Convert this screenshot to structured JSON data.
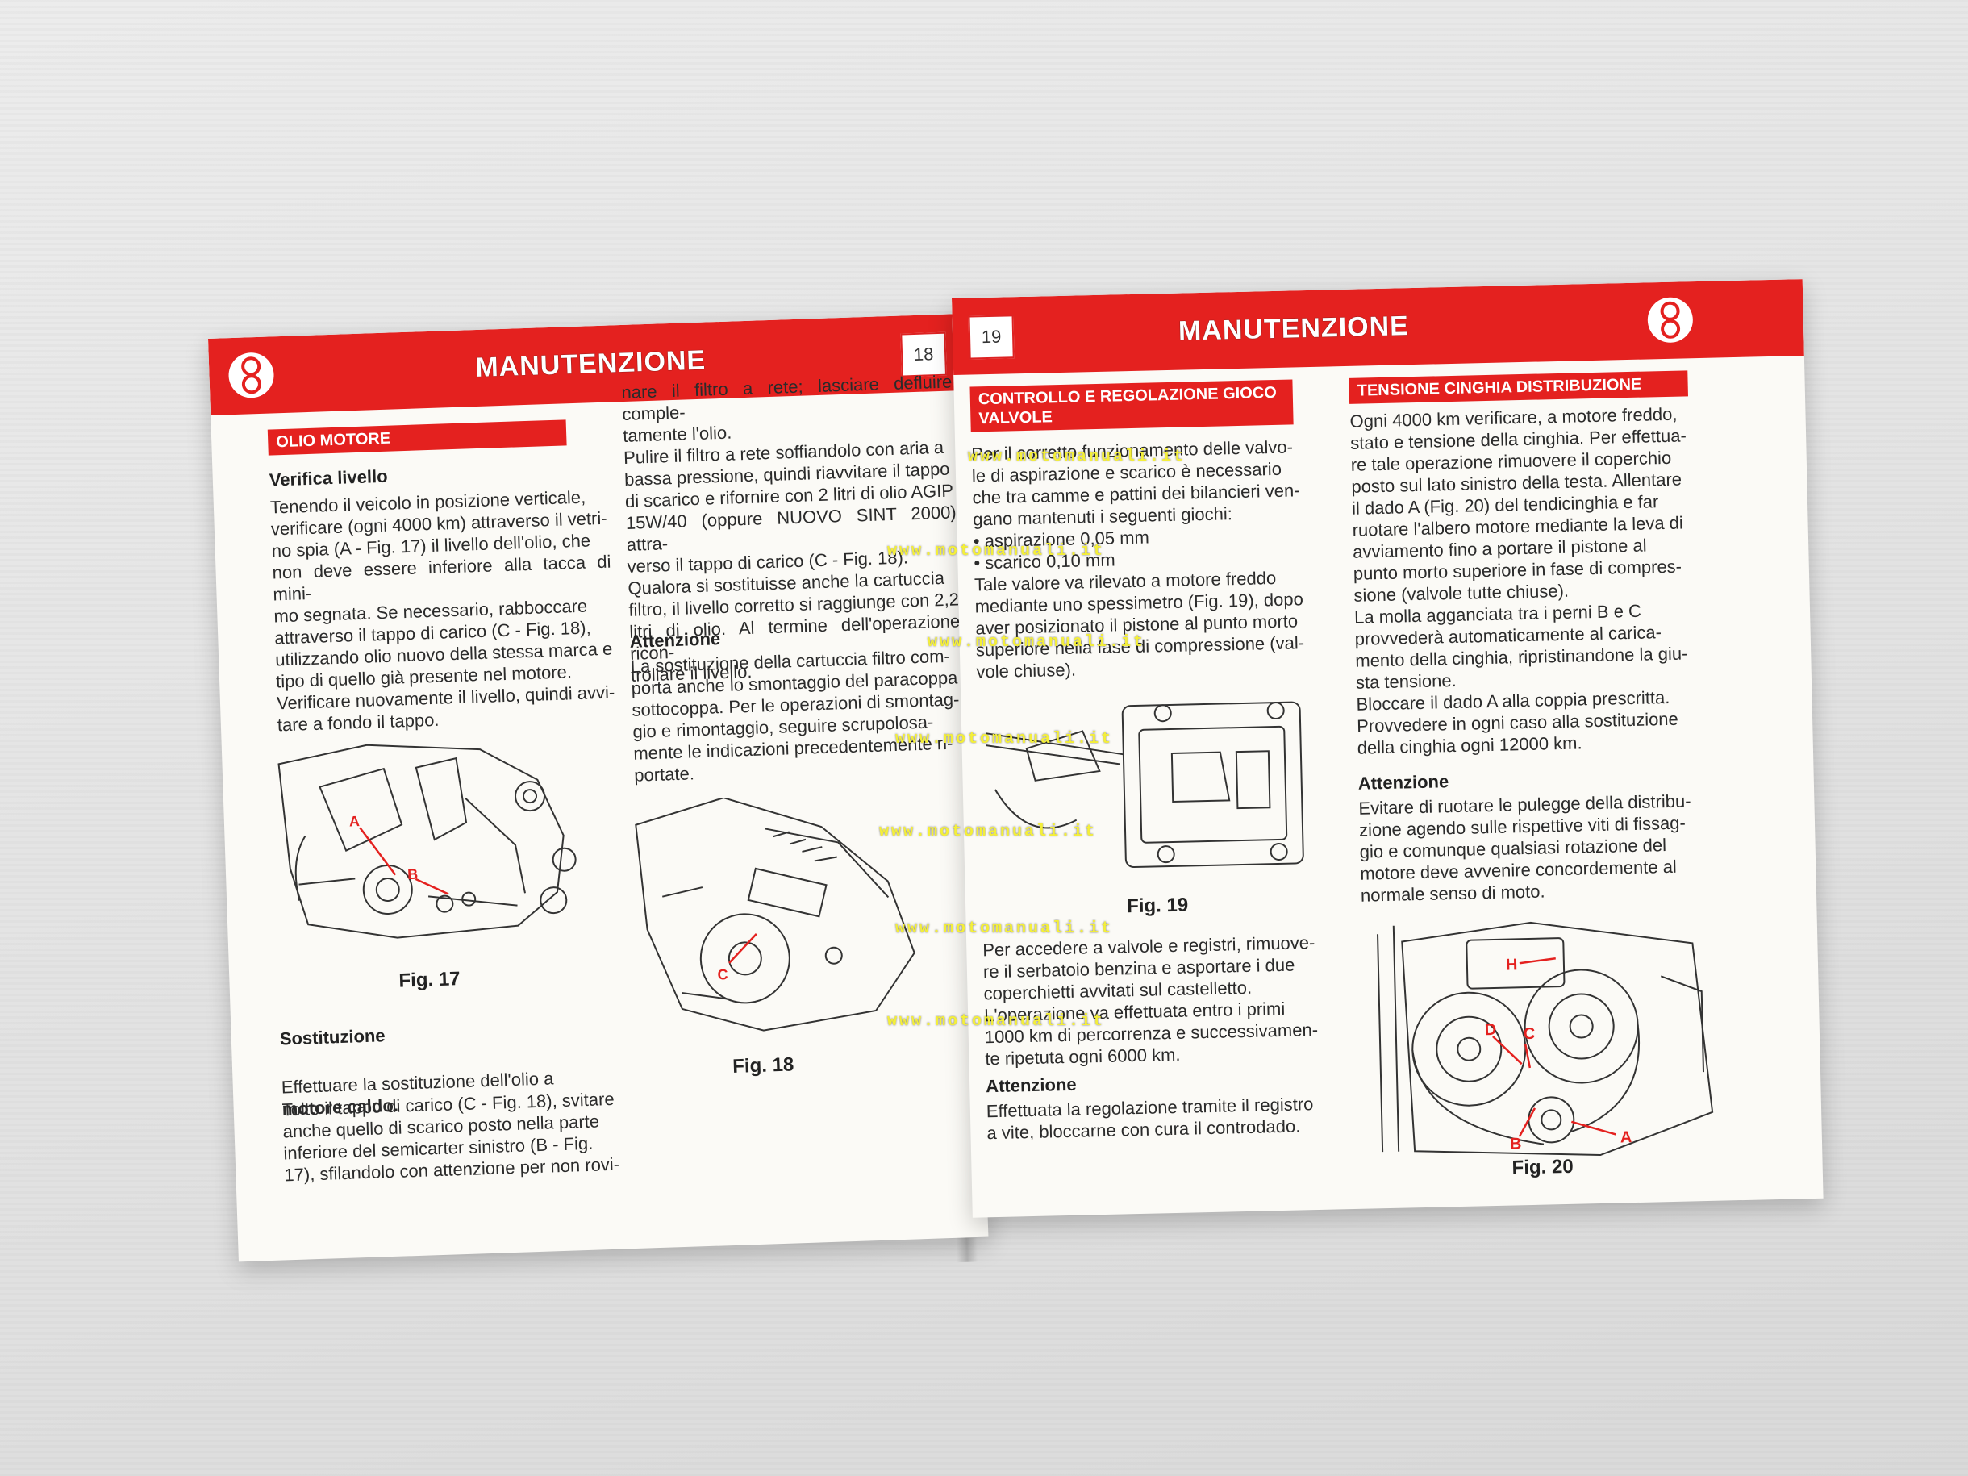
{
  "left": {
    "header": "MANUTENZIONE",
    "page_number": "18",
    "section_title": "OLIO MOTORE",
    "subtitle_verify": "Verifica livello",
    "text_verify": "Tenendo il veicolo in posizione verticale,\nverificare (ogni 4000 km) attraverso il vetri-\nno spia (A - Fig. 17) il livello dell'olio, che\nnon deve essere inferiore alla tacca di mini-\nmo segnata. Se necessario, rabboccare\nattraverso il tappo di carico (C - Fig. 18),\nutilizzando olio nuovo della stessa marca e\ntipo di quello già presente nel motore.\nVerificare nuovamente il livello, quindi avvi-\ntare a fondo il tappo.",
    "fig17_caption": "Fig. 17",
    "subtitle_replace": "Sostituzione",
    "text_replace_1": "Effettuare la sostituzione dell'olio a",
    "text_replace_bold": "motore caldo.",
    "text_replace_2": "Tolto il tappo di carico (C - Fig. 18), svitare\nanche quello di scarico posto nella parte\ninferiore del semicarter sinistro (B - Fig.\n17), sfilandolo con attenzione per non rovi-",
    "col2_text": "nare il filtro a rete; lasciare defluire comple-\ntamente l'olio.\nPulire il filtro a rete soffiandolo con aria a\nbassa pressione, quindi riavvitare il tappo\ndi scarico e rifornire con 2 litri di olio AGIP\n15W/40 (oppure NUOVO SINT 2000) attra-\nverso il tappo di carico (C - Fig. 18).\nQualora si sostituisse anche la cartuccia\nfiltro, il livello corretto si raggiunge con 2,2\nlitri di olio. Al termine dell'operazione ricon-\ntrollare il livello.",
    "attention_title": "Attenzione",
    "attention_text": "La sostituzione della cartuccia filtro com-\nporta anche lo smontaggio del paracoppa\nsottocoppa. Per le operazioni di smontag-\ngio e rimontaggio, seguire scrupolosa-\nmente le indicazioni precedentemente ri-\nportate.",
    "fig18_caption": "Fig. 18"
  },
  "right": {
    "header": "MANUTENZIONE",
    "page_number": "19",
    "section_valves": "CONTROLLO E REGOLAZIONE GIOCO VALVOLE",
    "text_valves": "Per il corretto funzionamento delle valvo-\nle di aspirazione e scarico è necessario\nche tra camme e pattini dei bilancieri ven-\ngano mantenuti i seguenti giochi:\n• aspirazione 0,05 mm\n• scarico 0,10 mm\nTale valore va rilevato a motore freddo\nmediante uno spessimetro (Fig. 19), dopo\naver posizionato il pistone al punto morto\nsuperiore nella fase di compressione (val-\nvole chiuse).",
    "fig19_caption": "Fig. 19",
    "text_access": "Per accedere a valvole e registri, rimuove-\nre il serbatoio benzina e asportare i due\ncoperchietti avvitati sul castelletto.\nL'operazione va effettuata entro i primi\n1000 km di percorrenza e successivamen-\nte ripetuta ogni 6000 km.",
    "attention2_title": "Attenzione",
    "attention2_text": "Effettuata la regolazione tramite il registro\na vite, bloccarne con cura il controdado.",
    "section_belt": "TENSIONE CINGHIA DISTRIBUZIONE",
    "text_belt": "Ogni 4000 km verificare, a motore freddo,\nstato e tensione della cinghia. Per effettua-\nre tale operazione rimuovere il coperchio\nposto sul lato sinistro della testa. Allentare\nil dado A (Fig. 20) del tendicinghia e far\nruotare l'albero motore mediante la leva di\navviamento fino a portare il pistone al\npunto morto superiore in fase di compres-\nsione (valvole tutte chiuse).\nLa molla agganciata tra i perni B e C\nprovvederà automaticamente al carica-\nmento della cinghia, ripristinandone la giu-\nsta tensione.\nBloccare il dado A alla coppia prescritta.\nProvvedere in ogni caso alla sostituzione\ndella cinghia ogni 12000 km.",
    "attention3_title": "Attenzione",
    "attention3_text": "Evitare di ruotare le pulegge della distribu-\nzione agendo sulle rispettive viti di fissag-\ngio e comunque qualsiasi rotazione del\nmotore deve avvenire concordemente al\nnormale senso di moto.",
    "fig20_caption": "Fig. 20"
  },
  "figure_labels": {
    "fig17": [
      "A",
      "B"
    ],
    "fig18": [
      "C"
    ],
    "fig20": [
      "H",
      "D",
      "C",
      "B",
      "A"
    ]
  },
  "watermark": "www.motomanuali.it",
  "colors": {
    "accent_red": "#e4211f",
    "paper": "#fbfaf6",
    "watermark_yellow": "#f4ef3a"
  }
}
